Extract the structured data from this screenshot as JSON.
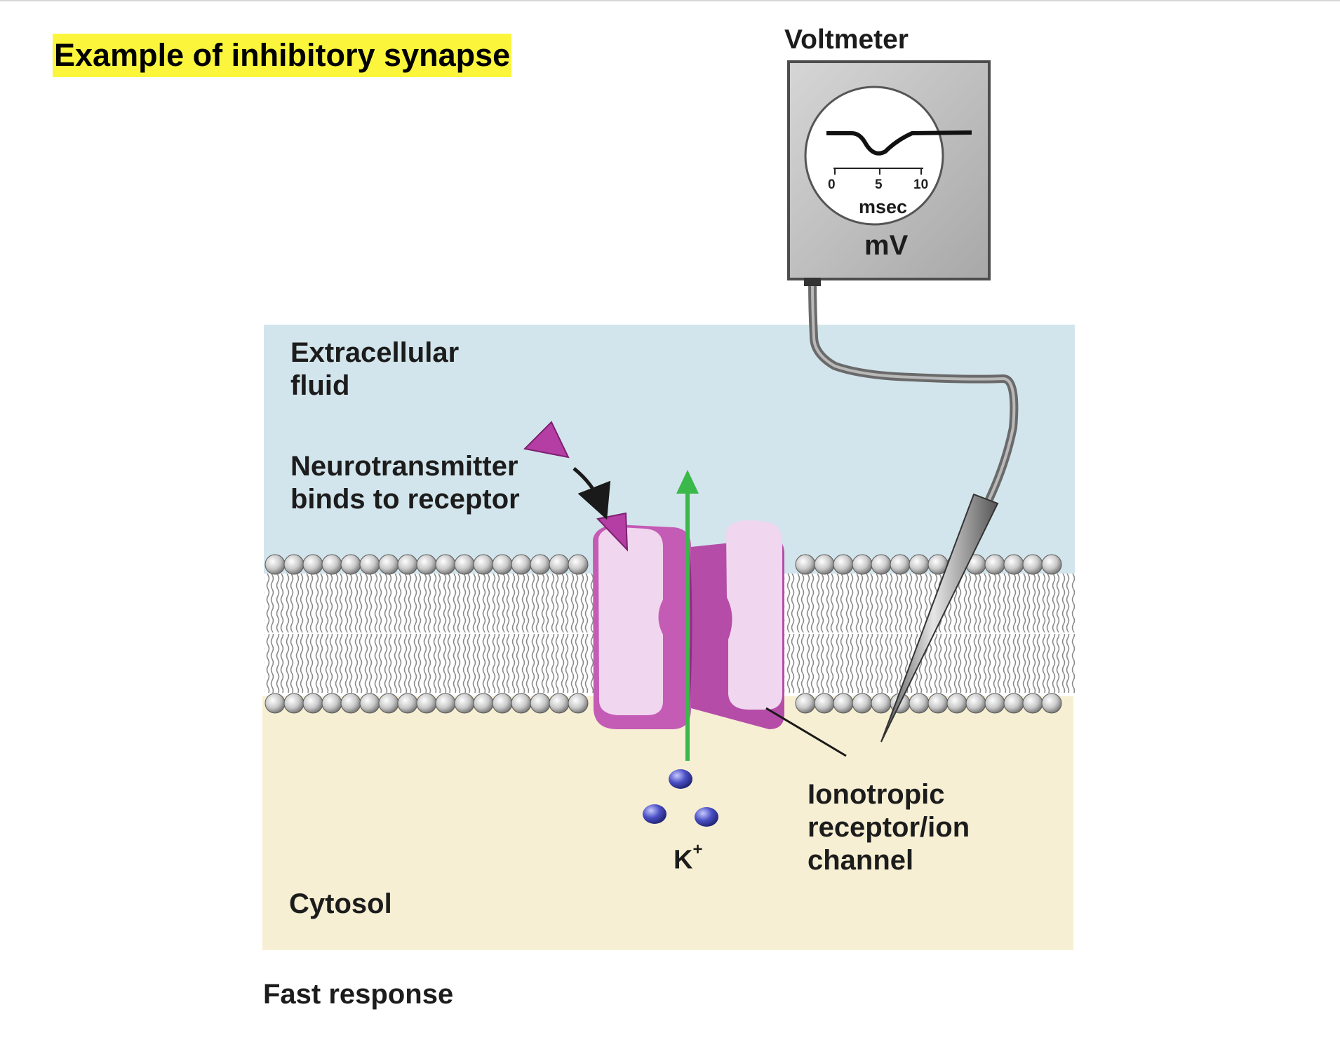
{
  "title": "Example of inhibitory synapse",
  "voltmeter": {
    "label": "Voltmeter",
    "ticks": [
      "0",
      "5",
      "10"
    ],
    "time_unit": "msec",
    "unit": "mV"
  },
  "regions": {
    "extracellular": "Extracellular fluid",
    "cytosol": "Cytosol"
  },
  "labels": {
    "neurotransmitter": "Neurotransmitter binds to receptor",
    "channel": "Ionotropic receptor/ion channel",
    "ion": "K",
    "ion_charge": "+"
  },
  "caption": "Fast response",
  "colors": {
    "highlight": "#fbf63c",
    "extracellular": "#d3e5ec",
    "cytosol": "#f7efd3",
    "receptor": "#c45bb5",
    "receptor_light": "#f0d6ee",
    "neurotransmitter": "#b53ea4",
    "ion_arrow": "#3bb84a",
    "ion": "#3a3ea8"
  }
}
